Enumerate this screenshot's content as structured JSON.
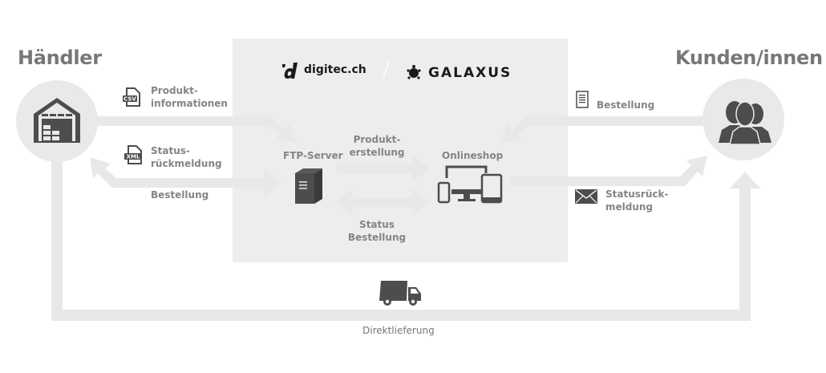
{
  "retailer": {
    "title": "Händler",
    "icon": "warehouse-icon"
  },
  "customers": {
    "title": "Kunden/innen",
    "icon": "people-icon"
  },
  "platform": {
    "brand1": "digitec.ch",
    "separator": "/",
    "brand2": "GALAXUS",
    "ftp_label": "FTP-Server",
    "shop_label": "Onlineshop"
  },
  "flows": {
    "product_info": {
      "label": "Produkt-\ninformationen",
      "icon": "csv-file-icon"
    },
    "status_feedback": {
      "label": "Status-\nrückmeldung",
      "icon": "xml-file-icon"
    },
    "order_to_retailer": {
      "label": "Bestellung"
    },
    "product_creation": {
      "label": "Produkt-\nerstellung"
    },
    "status_order": {
      "label": "Status\nBestellung"
    },
    "customer_order": {
      "label": "Bestellung",
      "icon": "document-icon"
    },
    "customer_status": {
      "label": "Statusrück-\nmeldung",
      "icon": "envelope-icon"
    },
    "direct_delivery": {
      "label": "Direktlieferung",
      "icon": "truck-icon"
    }
  },
  "colors": {
    "arrow": "#e8e8e8",
    "panel": "#ededed",
    "icon": "#4d4d4d",
    "text": "#858585"
  }
}
